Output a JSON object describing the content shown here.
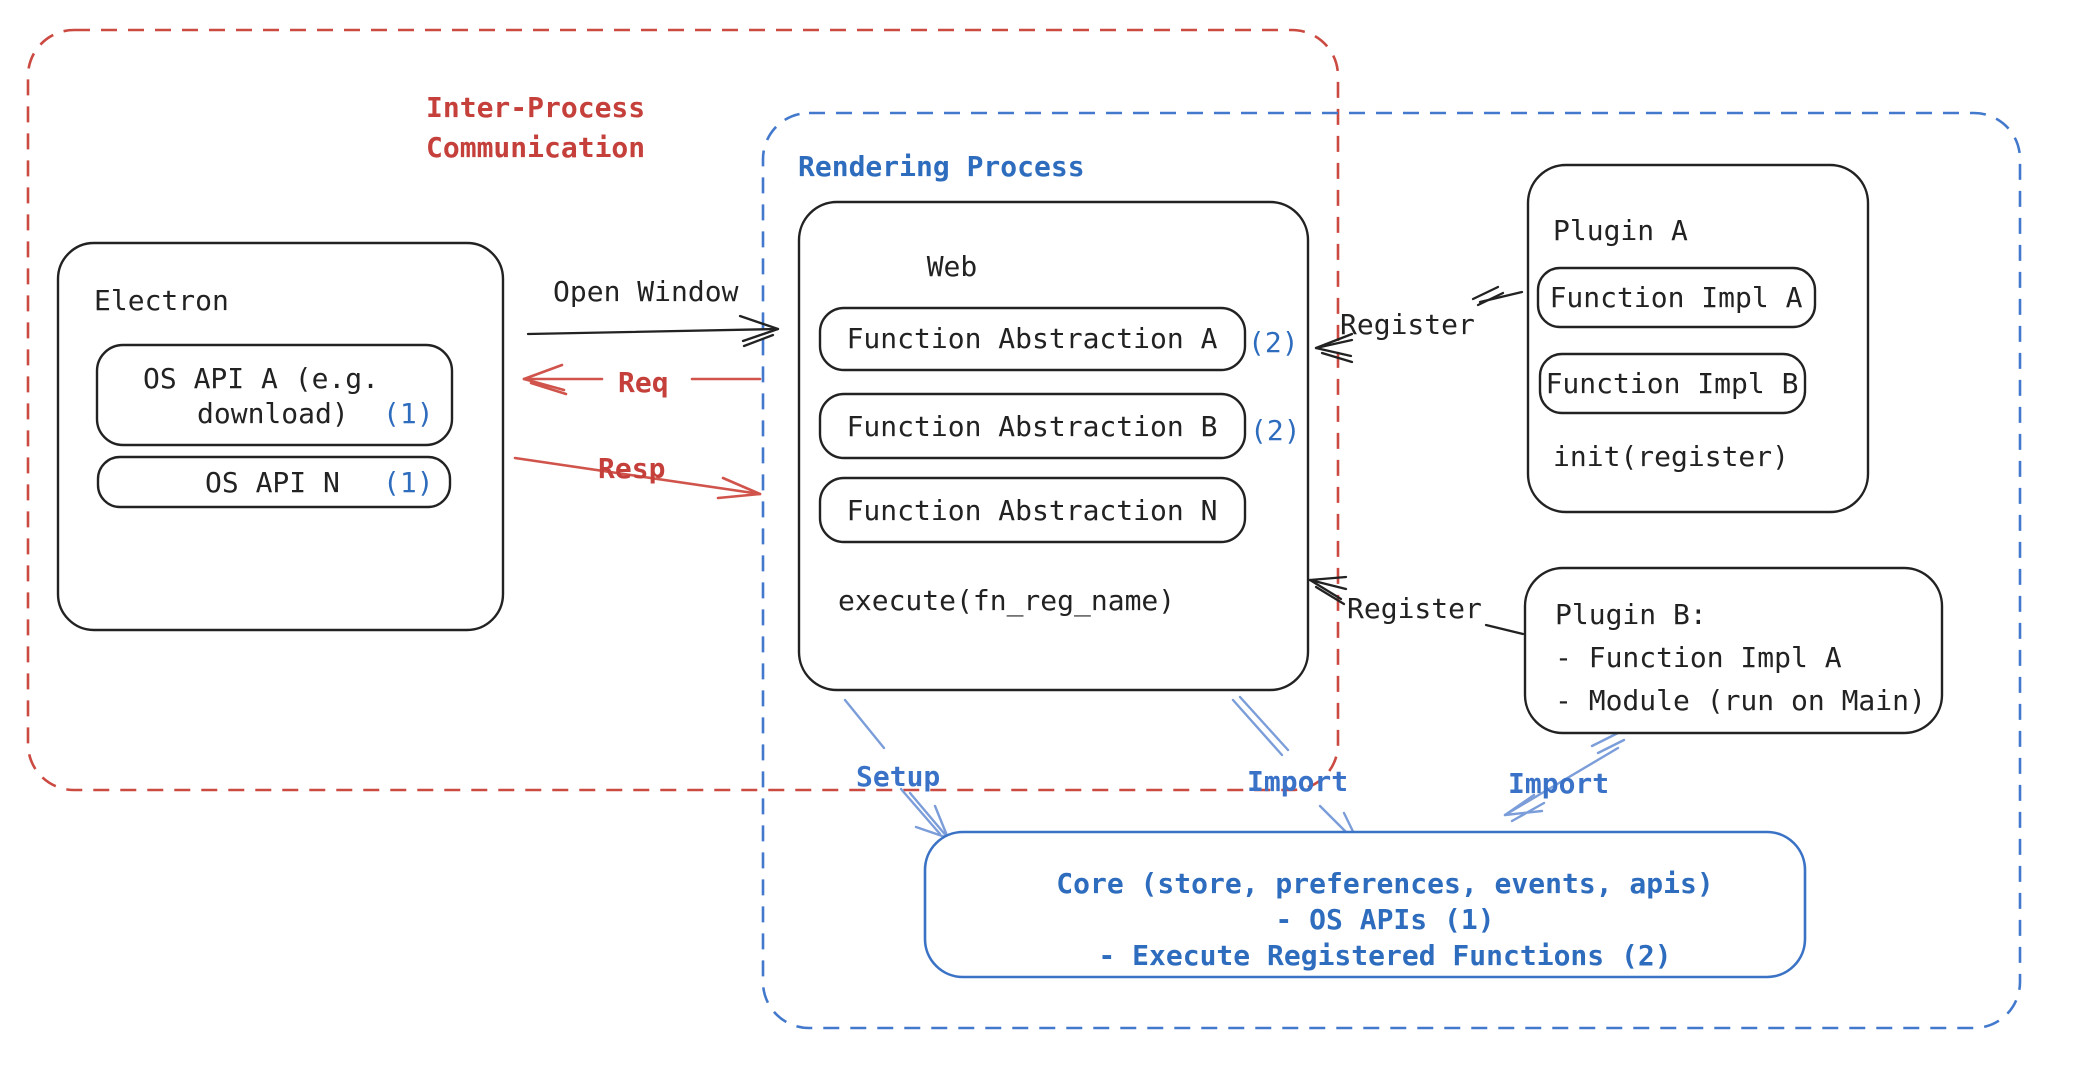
{
  "diagram": {
    "ipc_group": {
      "title_line1": "Inter-Process",
      "title_line2": "Communication"
    },
    "rendering_group": {
      "title": "Rendering Process"
    },
    "electron": {
      "title": "Electron",
      "os_api_a_line1": "OS API A (e.g.",
      "os_api_a_line2": "download)",
      "os_api_a_badge": "(1)",
      "os_api_n_label": "OS API N",
      "os_api_n_badge": "(1)"
    },
    "web": {
      "title": "Web",
      "fn_abstraction_a": "Function Abstraction A",
      "fn_abstraction_a_badge": "(2)",
      "fn_abstraction_b": "Function Abstraction B",
      "fn_abstraction_b_badge": "(2)",
      "fn_abstraction_n": "Function Abstraction N",
      "execute_label": "execute(fn_reg_name)"
    },
    "plugin_a": {
      "title": "Plugin A",
      "fn_impl_a": "Function Impl A",
      "fn_impl_b": "Function Impl B",
      "init_label": "init(register)"
    },
    "plugin_b": {
      "title": "Plugin B:",
      "item_1": "- Function Impl A",
      "item_2": "- Module (run on Main)"
    },
    "core": {
      "line1": "Core (store, preferences, events, apis)",
      "line2": "- OS APIs (1)",
      "line3": "- Execute Registered Functions (2)"
    },
    "edges": {
      "open_window": "Open Window",
      "req": "Req",
      "resp": "Resp",
      "register_plugin_a": "Register",
      "register_plugin_b": "Register",
      "setup": "Setup",
      "import_web": "Import",
      "import_plugin_b": "Import"
    }
  },
  "colors": {
    "ink": "#222222",
    "red_text": "#c5403b",
    "red_stroke": "#cb4a41",
    "red_arrow": "#d0544b",
    "blue_text": "#2e6cbe",
    "blue_label": "#3a72c8",
    "blue_stroke": "#4379cd",
    "blue_arrow": "#7b9dd9",
    "blue_box": "#3a72c5",
    "background": "#ffffff"
  }
}
